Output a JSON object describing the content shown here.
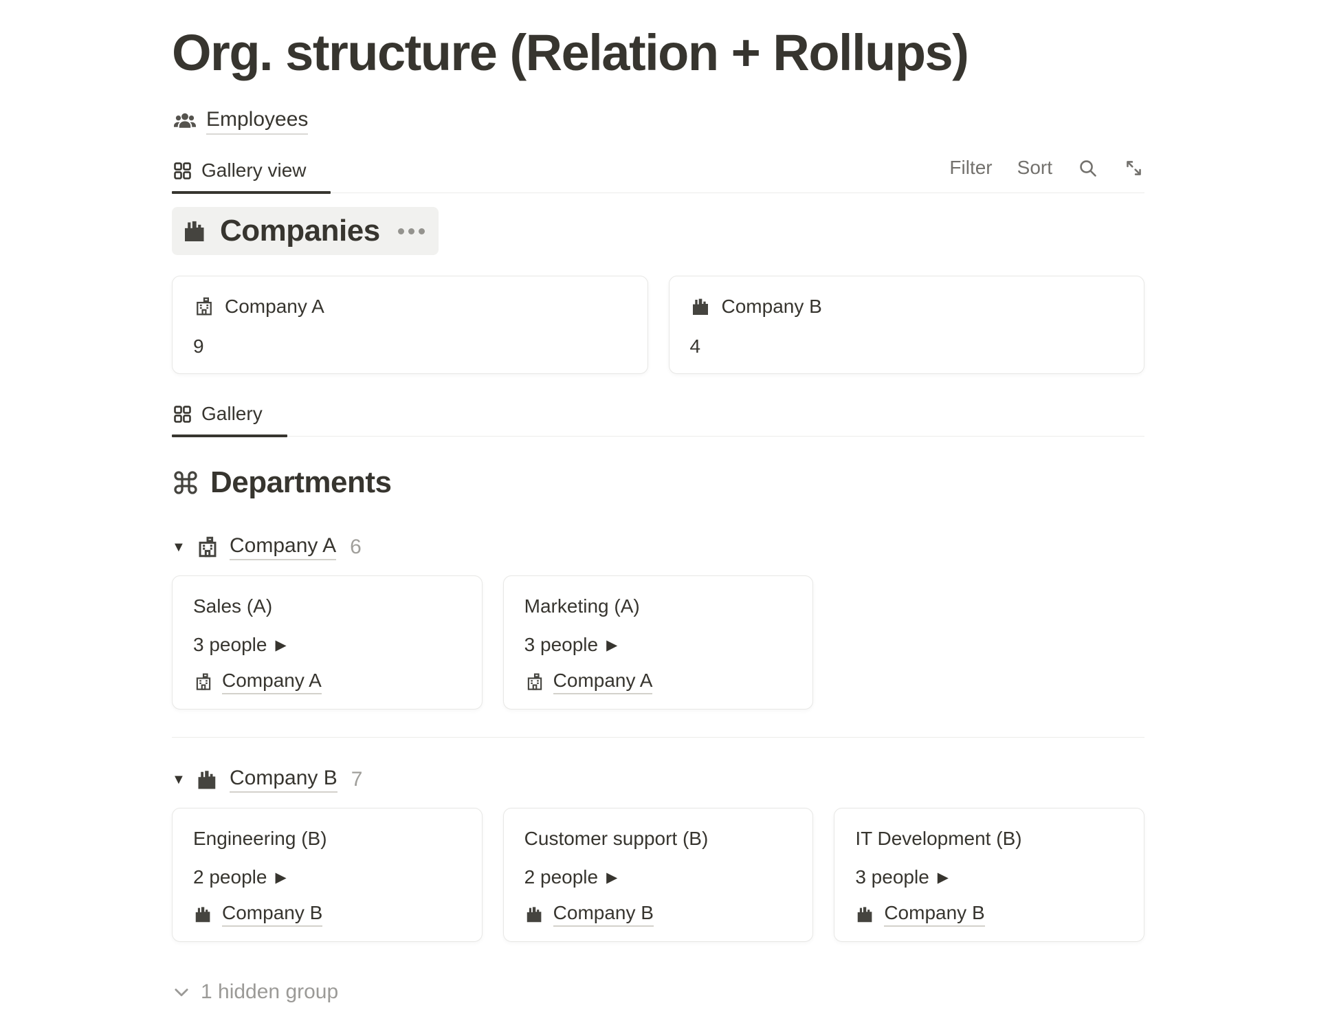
{
  "page": {
    "title": "Org. structure (Relation + Rollups)"
  },
  "nav": {
    "employees_label": "Employees"
  },
  "companies_view": {
    "tab": "Gallery view",
    "toolbar": {
      "filter": "Filter",
      "sort": "Sort",
      "icons": [
        "search-icon",
        "expand-icon"
      ]
    },
    "collection_title": "Companies",
    "cards": [
      {
        "name": "Company A",
        "employee_count": "9",
        "icon": "school-building-icon"
      },
      {
        "name": "Company B",
        "employee_count": "4",
        "icon": "factory-icon"
      }
    ]
  },
  "departments_view": {
    "tab": "Gallery",
    "collection_title": "Departments",
    "groups": [
      {
        "name": "Company A",
        "count": "6",
        "icon": "school-building-icon",
        "cards": [
          {
            "title": "Sales (A)",
            "people": "3 people",
            "company_link": "Company A"
          },
          {
            "title": "Marketing (A)",
            "people": "3 people",
            "company_link": "Company A"
          }
        ]
      },
      {
        "name": "Company B",
        "count": "7",
        "icon": "factory-icon",
        "cards": [
          {
            "title": "Engineering (B)",
            "people": "2 people",
            "company_link": "Company B"
          },
          {
            "title": "Customer support (B)",
            "people": "2 people",
            "company_link": "Company B"
          },
          {
            "title": "IT Development (B)",
            "people": "3 people",
            "company_link": "Company B"
          }
        ]
      }
    ],
    "hidden_group_label": "1 hidden group"
  },
  "glyphs": {
    "group_collapse": "▼",
    "rollup_arrow": "▶"
  },
  "colors": {
    "text": "#37352f",
    "muted": "#787774",
    "faint": "#9b9a97",
    "border": "#e9e9e7",
    "tab_active_underline": "#37352f",
    "collection_header_bg": "#f1f1ef",
    "card_border": "#e7e7e5"
  }
}
